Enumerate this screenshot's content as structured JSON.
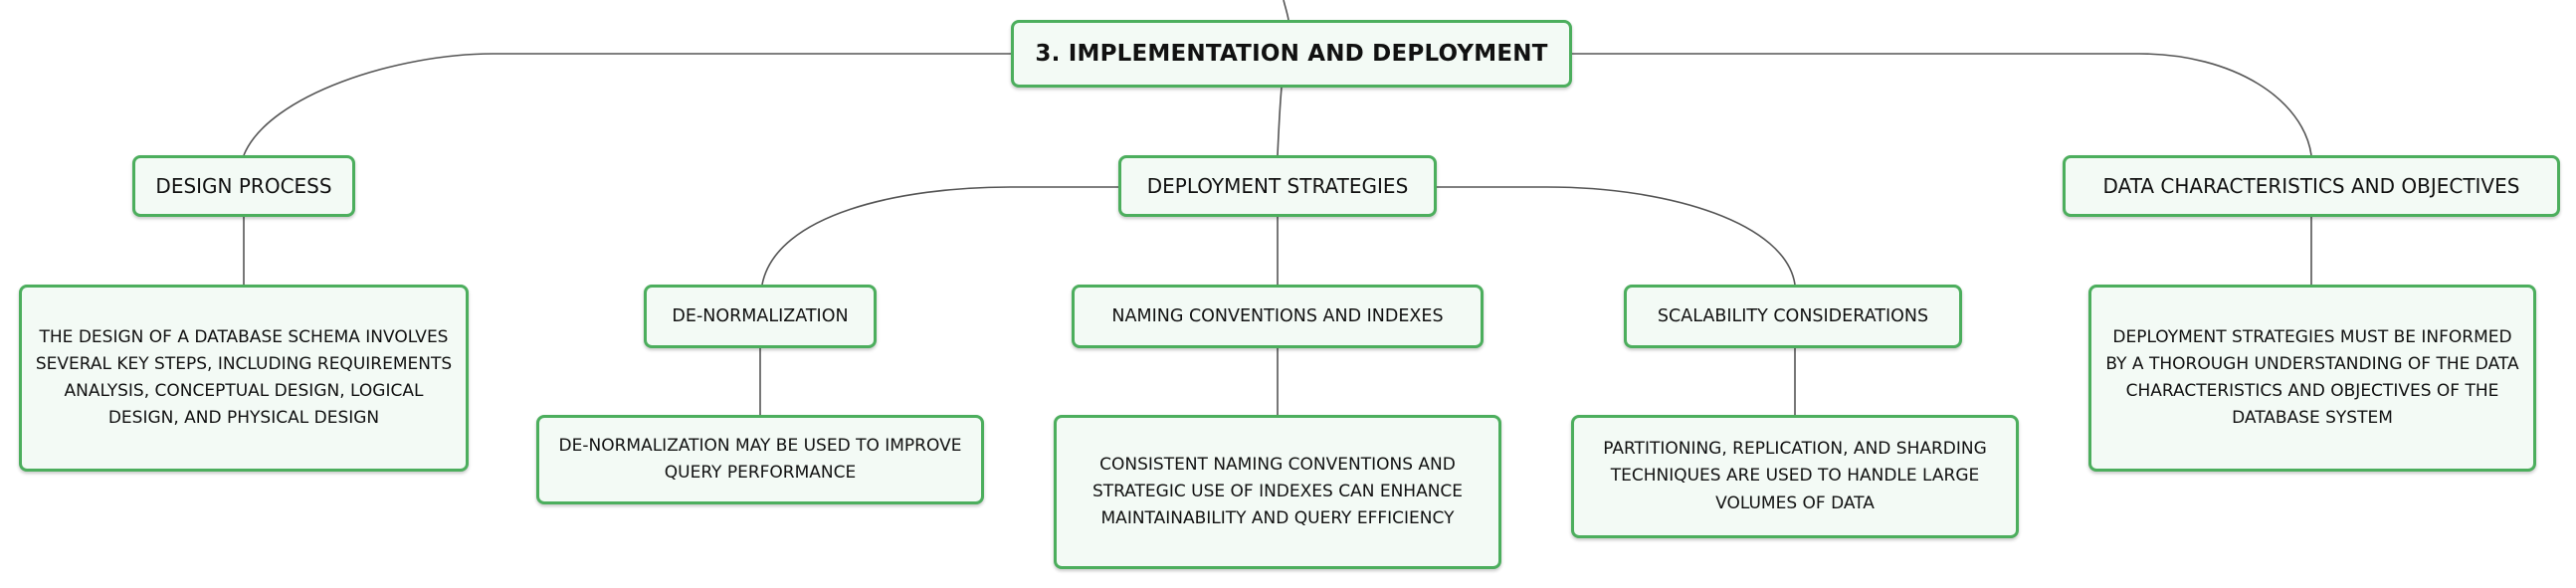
{
  "colors": {
    "node_border": "#4cae5d",
    "node_fill": "#f3faf5",
    "connector": "#555555"
  },
  "root": {
    "label": "3. IMPLEMENTATION AND DEPLOYMENT"
  },
  "branches": {
    "design_process": {
      "label": "DESIGN PROCESS",
      "description": "THE DESIGN OF A DATABASE SCHEMA INVOLVES SEVERAL KEY STEPS, INCLUDING REQUIREMENTS ANALYSIS, CONCEPTUAL DESIGN, LOGICAL DESIGN, AND PHYSICAL DESIGN"
    },
    "deployment_strategies": {
      "label": "DEPLOYMENT STRATEGIES",
      "children": {
        "denormalization": {
          "label": "DE-NORMALIZATION",
          "description": "DE-NORMALIZATION MAY BE USED TO IMPROVE QUERY PERFORMANCE"
        },
        "naming": {
          "label": "NAMING CONVENTIONS AND INDEXES",
          "description": "CONSISTENT NAMING CONVENTIONS AND STRATEGIC USE OF INDEXES CAN ENHANCE MAINTAINABILITY AND QUERY EFFICIENCY"
        },
        "scalability": {
          "label": "SCALABILITY CONSIDERATIONS",
          "description": "PARTITIONING, REPLICATION, AND SHARDING TECHNIQUES ARE USED TO HANDLE LARGE VOLUMES OF DATA"
        }
      }
    },
    "data_characteristics": {
      "label": "DATA CHARACTERISTICS AND OBJECTIVES",
      "description": "DEPLOYMENT STRATEGIES MUST BE INFORMED BY A THOROUGH UNDERSTANDING OF THE DATA CHARACTERISTICS AND OBJECTIVES OF THE DATABASE SYSTEM"
    }
  }
}
